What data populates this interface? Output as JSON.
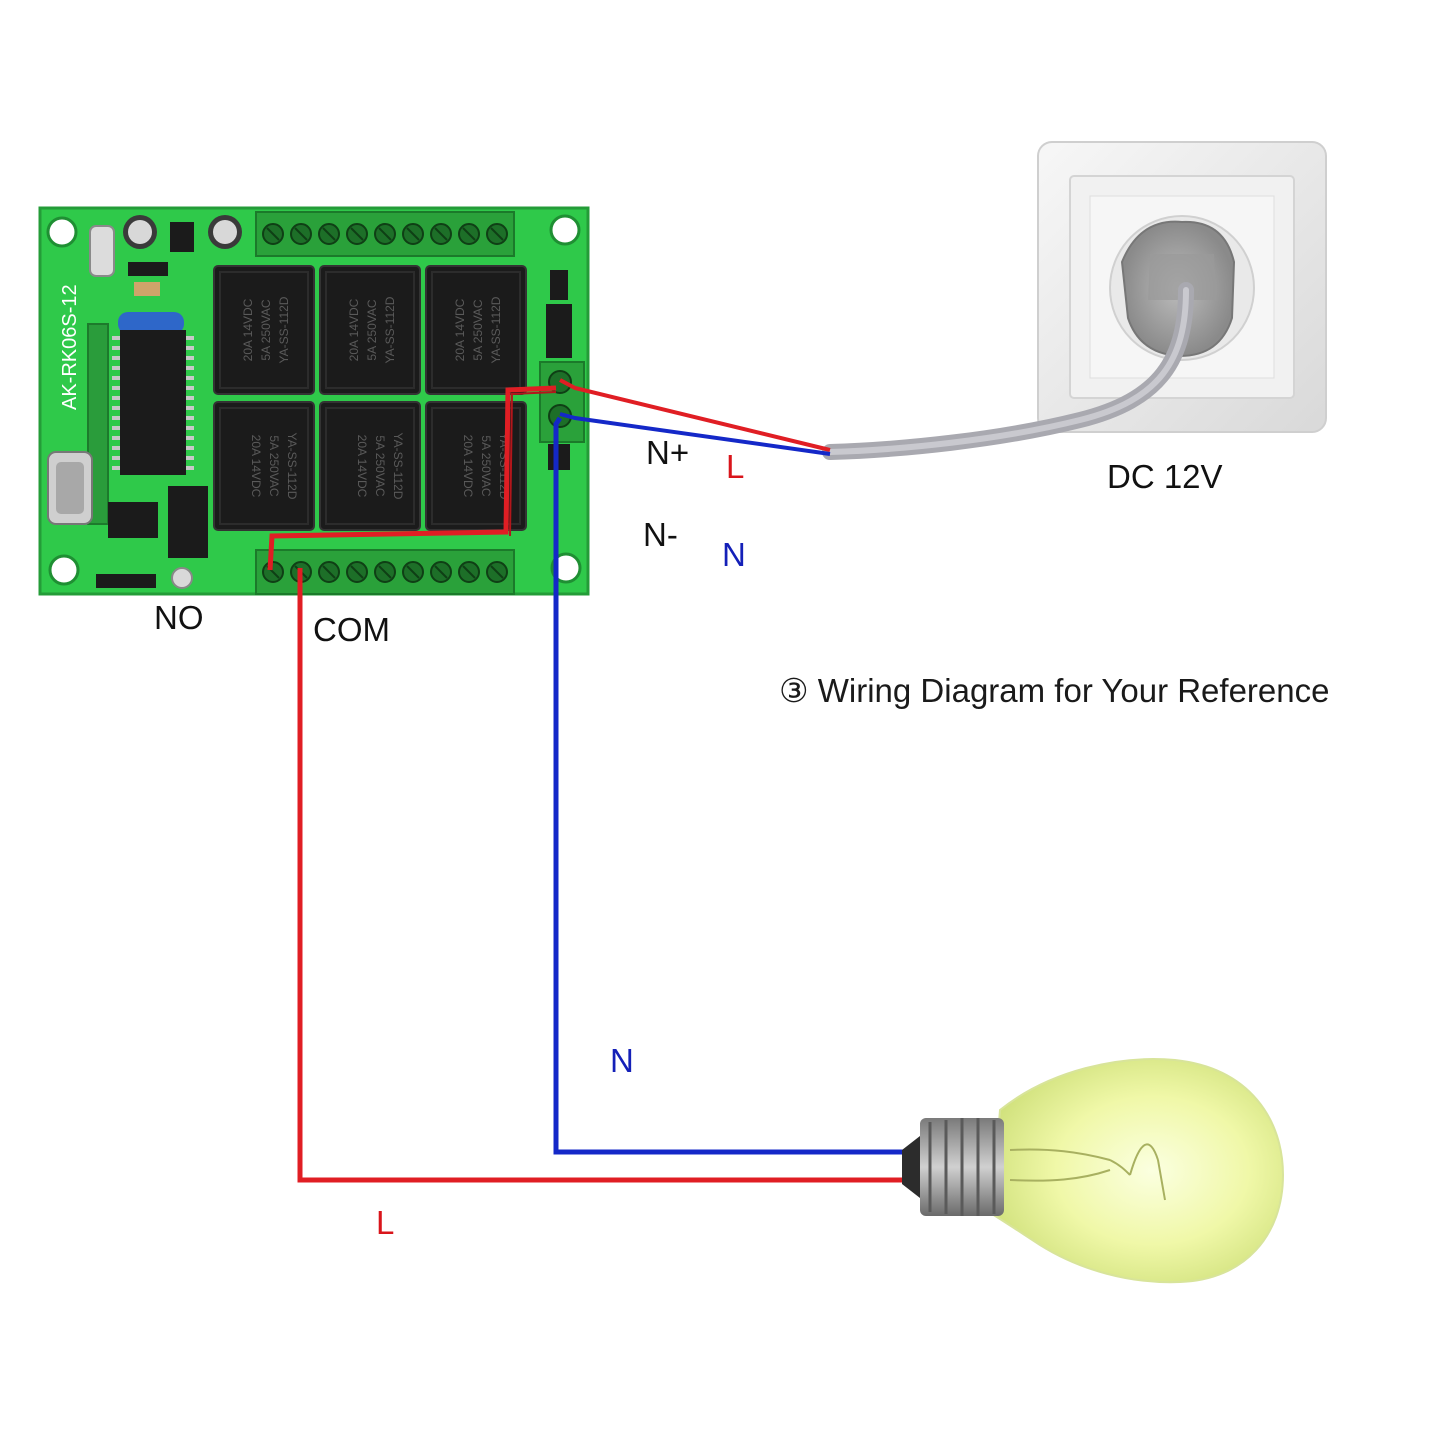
{
  "board": {
    "model": "AK-RK06S-12",
    "relay_text_1": "20A 14VDC",
    "relay_text_2": "5A 250VAC",
    "relay_text_3": "YA-SS-112D"
  },
  "labels": {
    "n_plus": "N+",
    "l_top": "L",
    "n_minus": "N-",
    "n_top": "N",
    "dc": "DC 12V",
    "no": "NO",
    "com": "COM",
    "caption": "③ Wiring Diagram for Your Reference",
    "n_bottom": "N",
    "l_bottom": "L"
  },
  "colors": {
    "live_wire": "#e01e24",
    "neutral_wire": "#1428c8",
    "pcb": "#2fc94a",
    "relay": "#1b1b1b",
    "terminal": "#2aa13a",
    "outlet": "#ececec",
    "bulb_glass": "#eef7a8"
  }
}
